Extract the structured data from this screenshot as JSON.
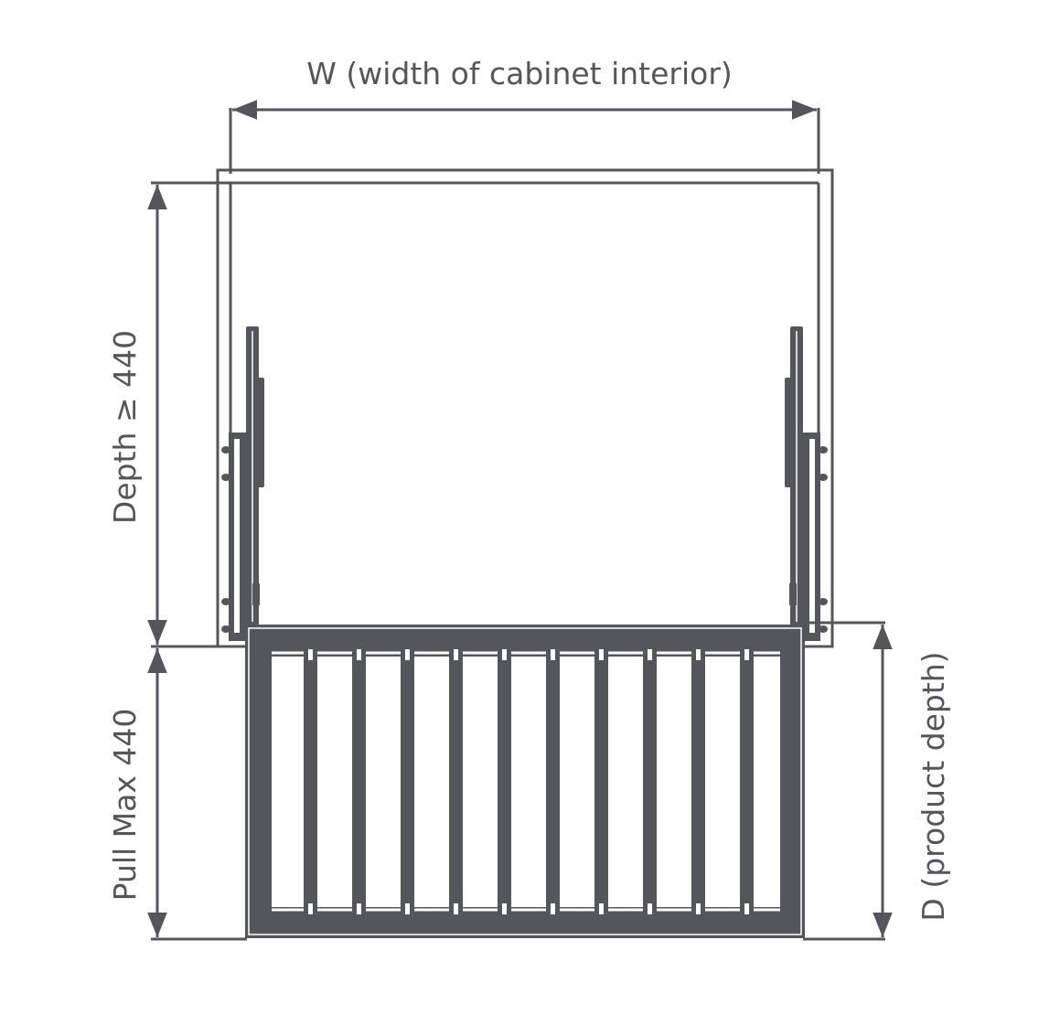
{
  "colors": {
    "ink": "#55565a",
    "background": "#ffffff"
  },
  "labels": {
    "width": "W (width of cabinet interior)",
    "depth": "Depth ≥ 440",
    "pull_max": "Pull Max 440",
    "product_depth": "D (product depth)"
  },
  "basket": {
    "slat_count": 10
  }
}
